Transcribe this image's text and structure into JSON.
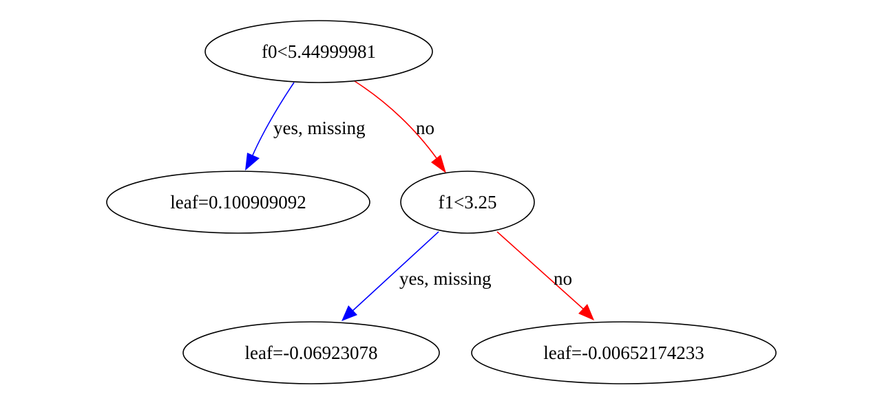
{
  "colors": {
    "yes_edge": "#0000ff",
    "no_edge": "#ff0000",
    "node_stroke": "#000000",
    "background": "#ffffff"
  },
  "nodes": {
    "root": {
      "label": "f0<5.44999981"
    },
    "leaf_1": {
      "label": "leaf=0.100909092"
    },
    "split_2": {
      "label": "f1<3.25"
    },
    "leaf_3": {
      "label": "leaf=-0.06923078"
    },
    "leaf_4": {
      "label": "leaf=-0.00652174233"
    }
  },
  "edges": {
    "root_yes": {
      "label": "yes, missing"
    },
    "root_no": {
      "label": "no"
    },
    "split_yes": {
      "label": "yes, missing"
    },
    "split_no": {
      "label": "no"
    }
  }
}
